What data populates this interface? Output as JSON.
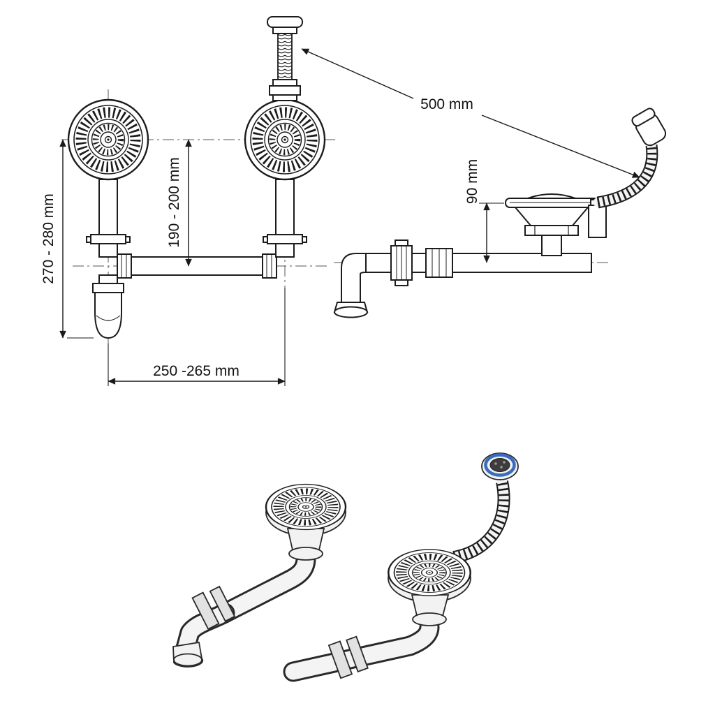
{
  "diagram": {
    "name": "kitchen-sink-double-drain-siphon-kit-technical-drawing",
    "background_color": "#ffffff",
    "line_color": "#1c1c1c",
    "accent_blue": "#3a6bc0",
    "dimensions": {
      "hose_length": "500 mm",
      "outlet_height": "90 mm",
      "trap_height": "270 - 280 mm",
      "strainer_to_pipe": "190 - 200 mm",
      "drain_spacing": "250 -265 mm"
    }
  }
}
